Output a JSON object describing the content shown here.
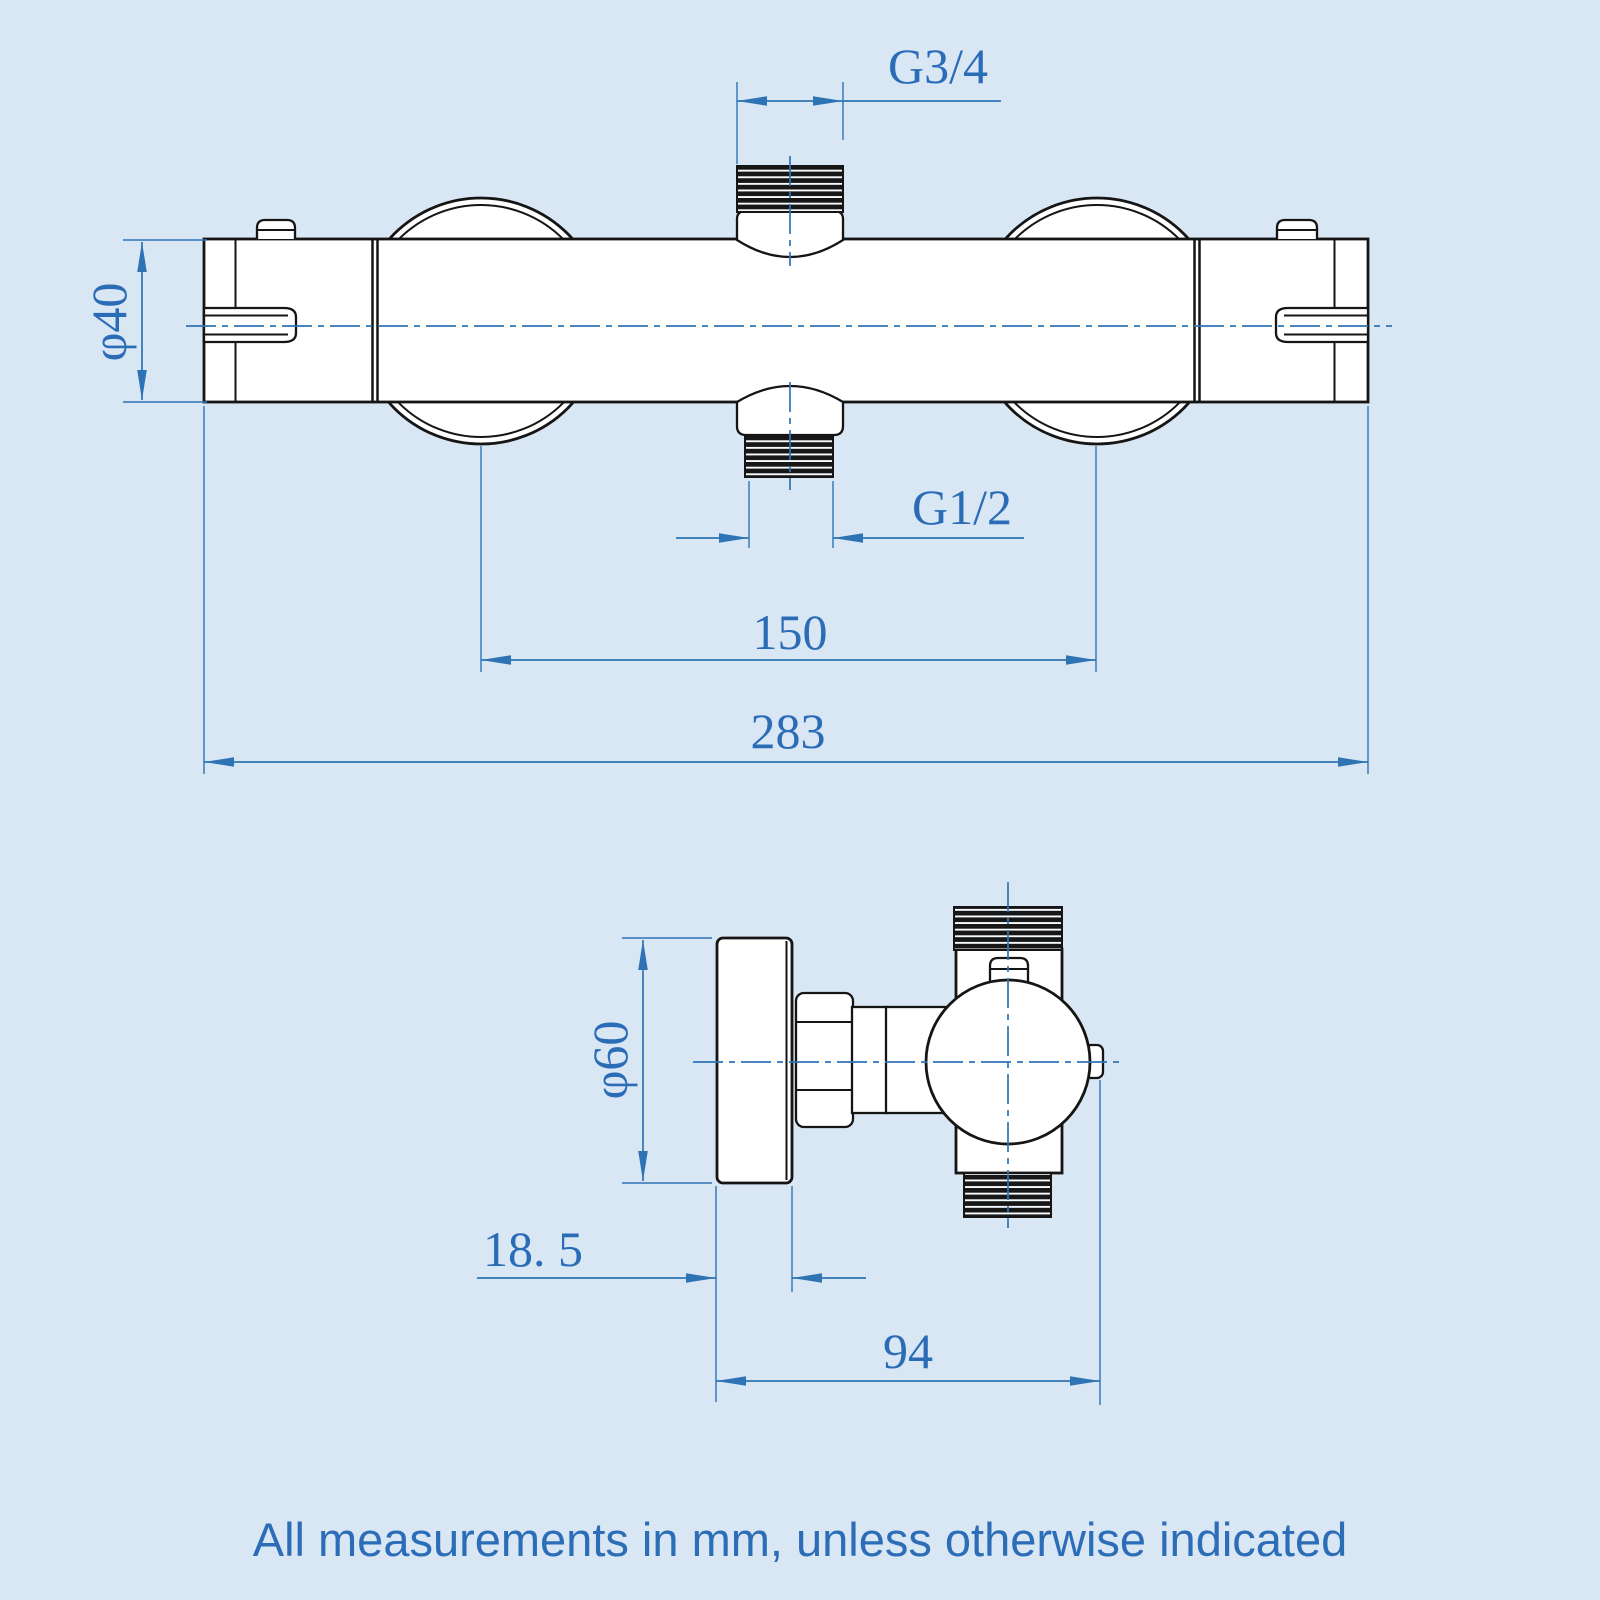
{
  "meta": {
    "background_color": "#d9e6f4",
    "drawing_line_color": "#151515",
    "dimension_color": "#2e74b5"
  },
  "footer": {
    "note": "All measurements in mm, unless otherwise indicated"
  },
  "top_view": {
    "dims": {
      "body_diameter": "φ40",
      "top_outlet_thread": "G3/4",
      "bottom_outlet_thread": "G1/2",
      "inlet_centres": "150",
      "overall_length": "283"
    }
  },
  "side_view": {
    "dims": {
      "escutcheon_diameter": "φ60",
      "escutcheon_thickness": "18. 5",
      "projection_depth": "94"
    }
  }
}
